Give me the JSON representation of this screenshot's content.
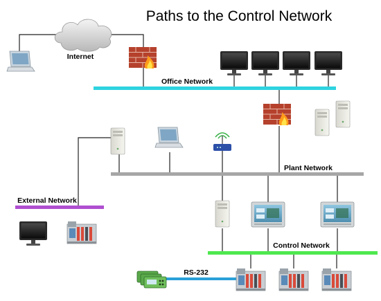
{
  "diagram": {
    "title": "Paths to the Control Network",
    "labels": {
      "internet": "Internet",
      "office_network": "Office Network",
      "plant_network": "Plant Network",
      "external_network": "External Network",
      "control_network": "Control Network",
      "rs232": "RS-232"
    },
    "colors": {
      "office_network": "#2ed3e0",
      "plant_network": "#a6a6a6",
      "external_network": "#b04fd0",
      "control_network": "#4fe84f",
      "rs232": "#2aa0d8",
      "wire": "#222222",
      "firewall": "#c0472f"
    },
    "icons": [
      "cloud-icon",
      "laptop-icon",
      "firewall-icon",
      "monitor-icon",
      "server-tower-icon",
      "wireless-router-icon",
      "hmi-panel-icon",
      "plc-icon",
      "keypad-device-icon"
    ]
  }
}
